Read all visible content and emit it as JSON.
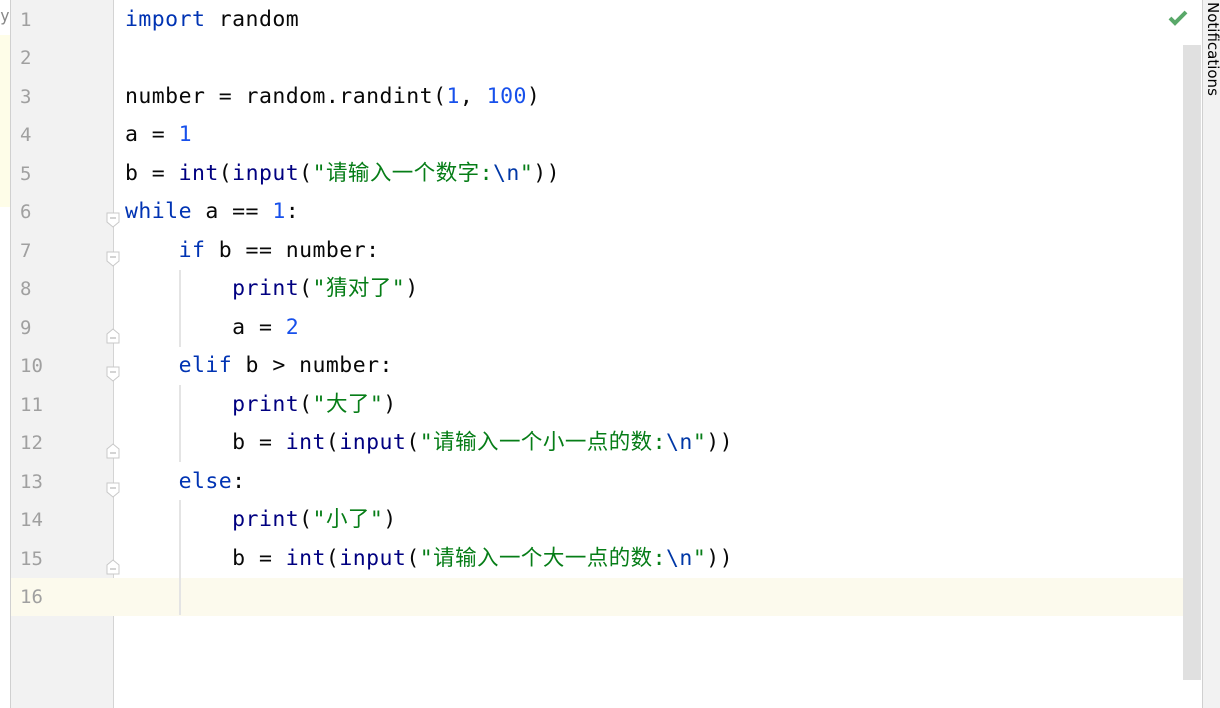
{
  "editor": {
    "status_icon": "check-icon",
    "status_color": "#59a869",
    "current_line": 16,
    "lines": [
      {
        "n": "1",
        "fold": "",
        "tokens": [
          [
            "import",
            "kw"
          ],
          [
            " random",
            ""
          ]
        ]
      },
      {
        "n": "2",
        "fold": "",
        "tokens": []
      },
      {
        "n": "3",
        "fold": "",
        "tokens": [
          [
            "number = random.randint(",
            ""
          ],
          [
            "1",
            "num"
          ],
          [
            ", ",
            ""
          ],
          [
            "100",
            "num"
          ],
          [
            ")",
            ""
          ]
        ]
      },
      {
        "n": "4",
        "fold": "",
        "tokens": [
          [
            "a = ",
            ""
          ],
          [
            "1",
            "num"
          ]
        ]
      },
      {
        "n": "5",
        "fold": "",
        "tokens": [
          [
            "b = ",
            ""
          ],
          [
            "int",
            "bi"
          ],
          [
            "(",
            ""
          ],
          [
            "input",
            "bi"
          ],
          [
            "(",
            ""
          ],
          [
            "\"请输入一个数字:",
            "str"
          ],
          [
            "\\n",
            "esc"
          ],
          [
            "\"",
            "str"
          ],
          [
            "))",
            ""
          ]
        ]
      },
      {
        "n": "6",
        "fold": "open",
        "tokens": [
          [
            "while",
            "kw"
          ],
          [
            " a == ",
            ""
          ],
          [
            "1",
            "num"
          ],
          [
            ":",
            ""
          ]
        ]
      },
      {
        "n": "7",
        "fold": "open",
        "tokens": [
          [
            "    ",
            ""
          ],
          [
            "if",
            "kw"
          ],
          [
            " b == number:",
            ""
          ]
        ]
      },
      {
        "n": "8",
        "fold": "",
        "tokens": [
          [
            "        ",
            ""
          ],
          [
            "print",
            "bi"
          ],
          [
            "(",
            ""
          ],
          [
            "\"猜对了\"",
            "str"
          ],
          [
            ")",
            ""
          ]
        ]
      },
      {
        "n": "9",
        "fold": "end",
        "tokens": [
          [
            "        a = ",
            ""
          ],
          [
            "2",
            "num"
          ]
        ]
      },
      {
        "n": "10",
        "fold": "open",
        "tokens": [
          [
            "    ",
            ""
          ],
          [
            "elif",
            "kw"
          ],
          [
            " b > number:",
            ""
          ]
        ]
      },
      {
        "n": "11",
        "fold": "",
        "tokens": [
          [
            "        ",
            ""
          ],
          [
            "print",
            "bi"
          ],
          [
            "(",
            ""
          ],
          [
            "\"大了\"",
            "str"
          ],
          [
            ")",
            ""
          ]
        ]
      },
      {
        "n": "12",
        "fold": "end",
        "tokens": [
          [
            "        b = ",
            ""
          ],
          [
            "int",
            "bi"
          ],
          [
            "(",
            ""
          ],
          [
            "input",
            "bi"
          ],
          [
            "(",
            ""
          ],
          [
            "\"请输入一个小一点的数:",
            "str"
          ],
          [
            "\\n",
            "esc"
          ],
          [
            "\"",
            "str"
          ],
          [
            "))",
            ""
          ]
        ]
      },
      {
        "n": "13",
        "fold": "open",
        "tokens": [
          [
            "    ",
            ""
          ],
          [
            "else",
            "kw"
          ],
          [
            ":",
            ""
          ]
        ]
      },
      {
        "n": "14",
        "fold": "",
        "tokens": [
          [
            "        ",
            ""
          ],
          [
            "print",
            "bi"
          ],
          [
            "(",
            ""
          ],
          [
            "\"小了\"",
            "str"
          ],
          [
            ")",
            ""
          ]
        ]
      },
      {
        "n": "15",
        "fold": "end",
        "tokens": [
          [
            "        b = ",
            ""
          ],
          [
            "int",
            "bi"
          ],
          [
            "(",
            ""
          ],
          [
            "input",
            "bi"
          ],
          [
            "(",
            ""
          ],
          [
            "\"请输入一个大一点的数:",
            "str"
          ],
          [
            "\\n",
            "esc"
          ],
          [
            "\"",
            "str"
          ],
          [
            "))",
            ""
          ]
        ]
      },
      {
        "n": "16",
        "fold": "",
        "tokens": []
      }
    ]
  },
  "side_panel": {
    "notifications_label": "Notifications"
  }
}
